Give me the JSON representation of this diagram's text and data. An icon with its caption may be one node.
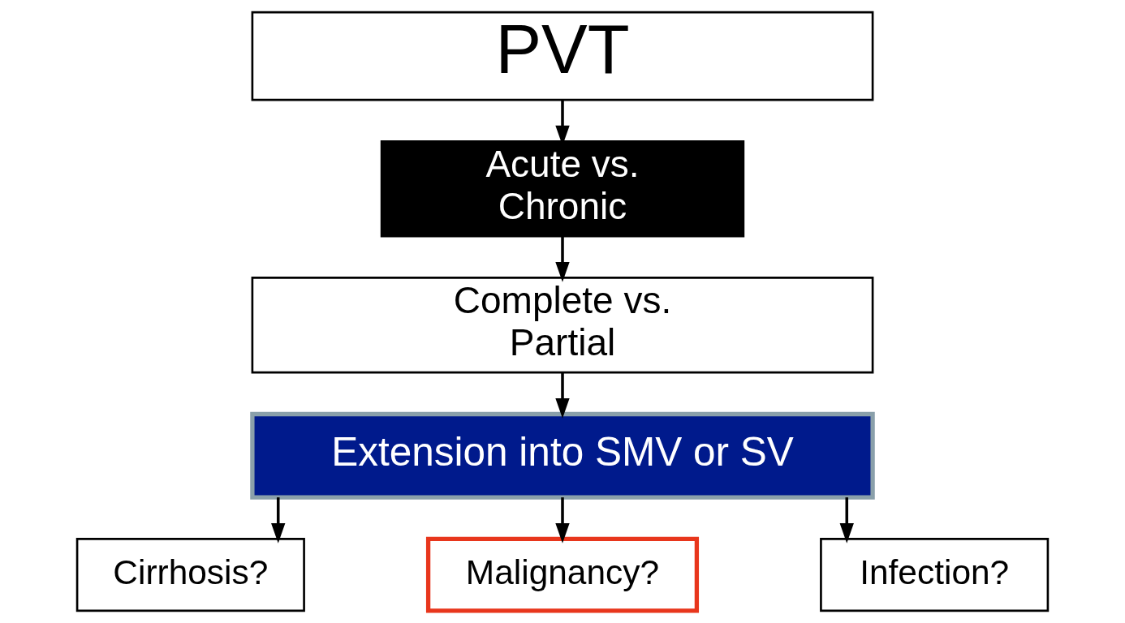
{
  "diagram": {
    "nodes": [
      {
        "text": [
          "PVT"
        ]
      },
      {
        "text": [
          "Acute vs. Chronic"
        ]
      },
      {
        "text": [
          "Complete vs. Partial"
        ]
      },
      {
        "text": [
          "Extension into SMV or SV"
        ]
      },
      {
        "text": [
          "Cirrhosis?"
        ]
      },
      {
        "text": [
          "Malignancy?"
        ]
      },
      {
        "text": [
          "Infection?"
        ]
      }
    ],
    "edges": [
      {
        "from": 0,
        "to": 1,
        "arrow": "to"
      },
      {
        "from": 1,
        "to": 2,
        "arrow": "to"
      },
      {
        "from": 2,
        "to": 3,
        "arrow": "to"
      },
      {
        "from": 3,
        "to": 4,
        "arrow": "to"
      },
      {
        "from": 3,
        "to": 5,
        "arrow": "to"
      },
      {
        "from": 3,
        "to": 6,
        "arrow": "to"
      }
    ]
  }
}
